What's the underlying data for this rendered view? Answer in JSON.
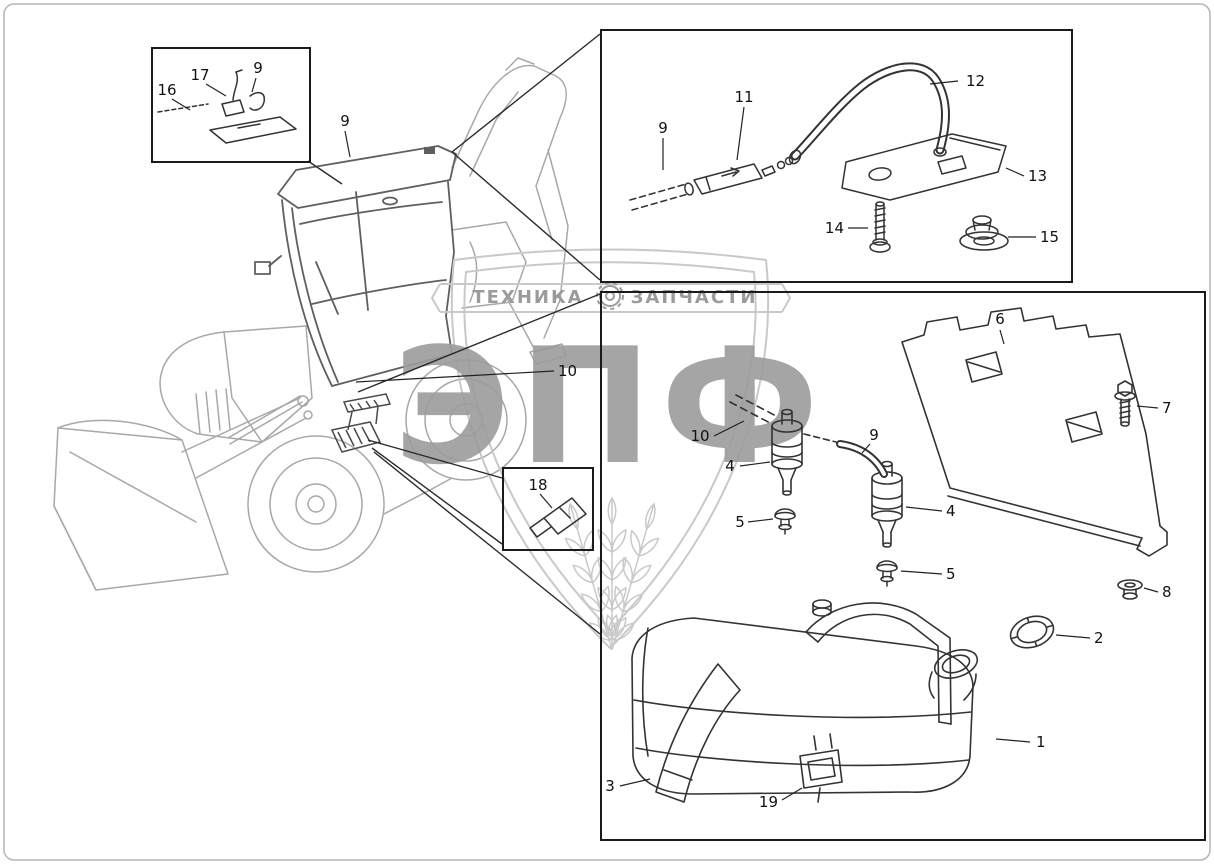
{
  "watermark": {
    "left_text": "ТЕХНИКА",
    "right_text": "ЗАПЧАСТИ",
    "big_text": "ЭПФ",
    "gear_icon": "⚙"
  },
  "colors": {
    "diagram_line": "#2a2a2a",
    "machine_sketch": "#a8a8a8",
    "cab_sketch": "#5f5f5f",
    "watermark_gray": "#9b9b9b",
    "watermark_light": "#c9c9c9",
    "page_border": "#b5b5b5",
    "background": "#ffffff"
  },
  "main_view": {
    "callouts": [
      "9",
      "10"
    ]
  },
  "insets": {
    "top_left": {
      "callouts": [
        "17",
        "9",
        "16"
      ]
    },
    "top_right": {
      "callouts": [
        "9",
        "11",
        "12",
        "13",
        "14",
        "15"
      ]
    },
    "parts_box": {
      "callouts": [
        "6",
        "7",
        "10",
        "4",
        "9",
        "4",
        "5",
        "5",
        "8",
        "2",
        "1",
        "3",
        "19"
      ]
    },
    "nozzle_box": {
      "callouts": [
        "18"
      ]
    }
  }
}
